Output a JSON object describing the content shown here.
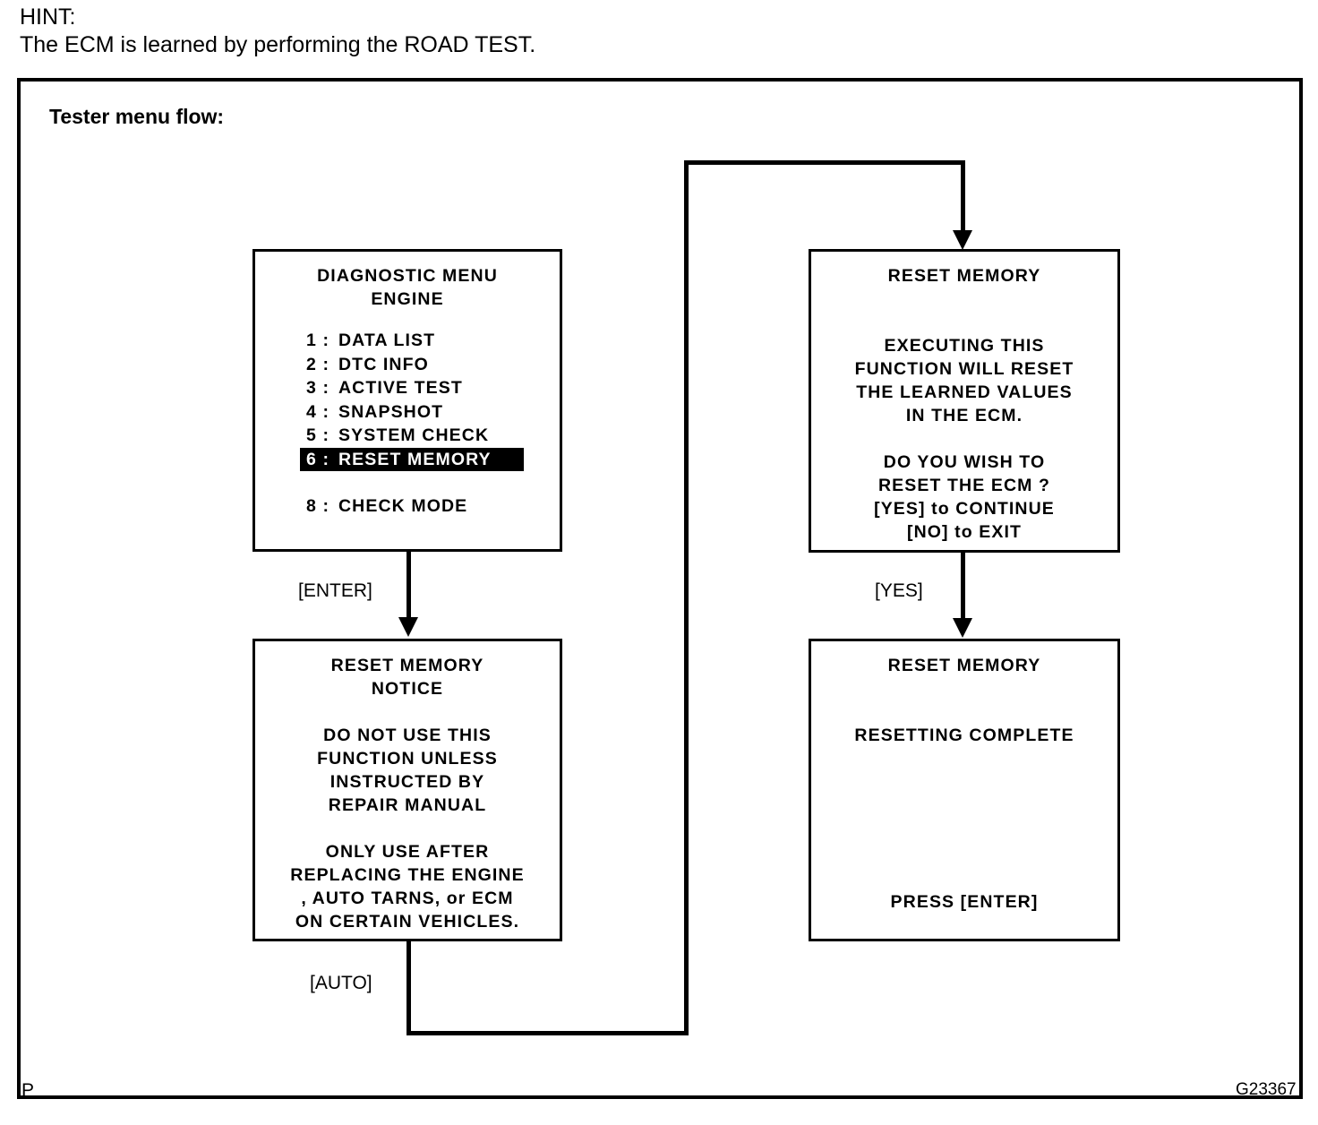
{
  "hint": {
    "label": "HINT:",
    "text": "The ECM is learned by performing the ROAD TEST."
  },
  "figure": {
    "caption": "Tester menu flow:",
    "id": "G23367",
    "page_mark": "P"
  },
  "boxes": {
    "diagnostic_menu": {
      "title_line1": "DIAGNOSTIC MENU",
      "title_line2": "ENGINE",
      "items": [
        {
          "num": "1 :",
          "label": "DATA LIST",
          "selected": false
        },
        {
          "num": "2 :",
          "label": "DTC INFO",
          "selected": false
        },
        {
          "num": "3 :",
          "label": "ACTIVE TEST",
          "selected": false
        },
        {
          "num": "4 :",
          "label": "SNAPSHOT",
          "selected": false
        },
        {
          "num": "5 :",
          "label": "SYSTEM CHECK",
          "selected": false
        },
        {
          "num": "6 :",
          "label": "RESET MEMORY",
          "selected": true
        },
        {
          "num": "8 :",
          "label": "CHECK MODE",
          "selected": false
        }
      ]
    },
    "reset_memory_notice": {
      "title_line1": "RESET MEMORY",
      "title_line2": "NOTICE",
      "body": [
        "DO NOT USE THIS",
        "FUNCTION UNLESS",
        "INSTRUCTED BY",
        "REPAIR MANUAL",
        "",
        "ONLY USE AFTER",
        "REPLACING THE ENGINE",
        ", AUTO TARNS, or ECM",
        "ON CERTAIN VEHICLES."
      ]
    },
    "reset_memory_confirm": {
      "title": "RESET MEMORY",
      "body": [
        "EXECUTING THIS",
        "FUNCTION WILL RESET",
        "THE LEARNED VALUES",
        "IN THE ECM.",
        "",
        "DO YOU WISH TO",
        "RESET THE ECM ?",
        "[YES] to CONTINUE",
        "[NO] to EXIT"
      ]
    },
    "reset_memory_complete": {
      "title": "RESET MEMORY",
      "status": "RESETTING COMPLETE",
      "prompt": "PRESS [ENTER]"
    }
  },
  "connectors": {
    "enter": "[ENTER]",
    "auto": "[AUTO]",
    "yes": "[YES]"
  },
  "colors": {
    "ink": "#000000",
    "paper": "#ffffff",
    "highlight_bg": "#000000",
    "highlight_fg": "#ffffff"
  }
}
